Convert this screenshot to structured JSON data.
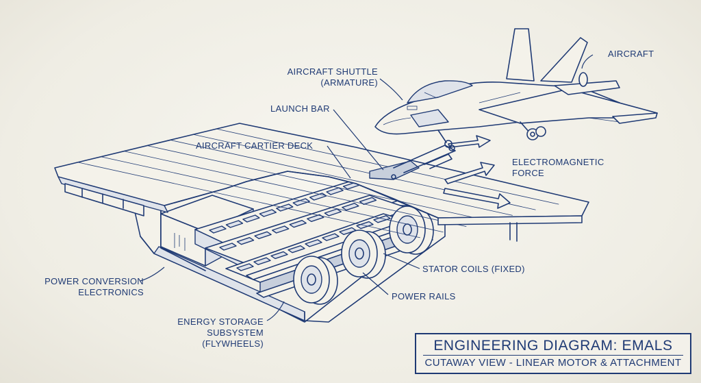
{
  "labels": {
    "aircraft_shuttle": [
      "AIRCRAFT SHUTTLE",
      "(ARMATURE)"
    ],
    "aircraft": "AIRCRAFT",
    "launch_bar": "LAUNCH BAR",
    "deck": "AIRCRAFT CARTIER DECK",
    "em_force": [
      "ELECTROMAGNETIC",
      "FORCE"
    ],
    "power_conversion": [
      "POWER CONVERSION",
      "ELECTRONICS"
    ],
    "stator_coils": "STATOR COILS (FIXED)",
    "power_rails": "POWER RAILS",
    "energy_storage": [
      "ENERGY STORAGE",
      "SUBSYSTEM",
      "(FLYWHEELS)"
    ]
  },
  "title_block": {
    "title": "ENGINEERING DIAGRAM: EMALS",
    "subtitle": "CUTAWAY VIEW - LINEAR MOTOR & ATTACHMENT"
  },
  "colors": {
    "ink": "#1f3a74",
    "paper": "#f3f1ea"
  }
}
